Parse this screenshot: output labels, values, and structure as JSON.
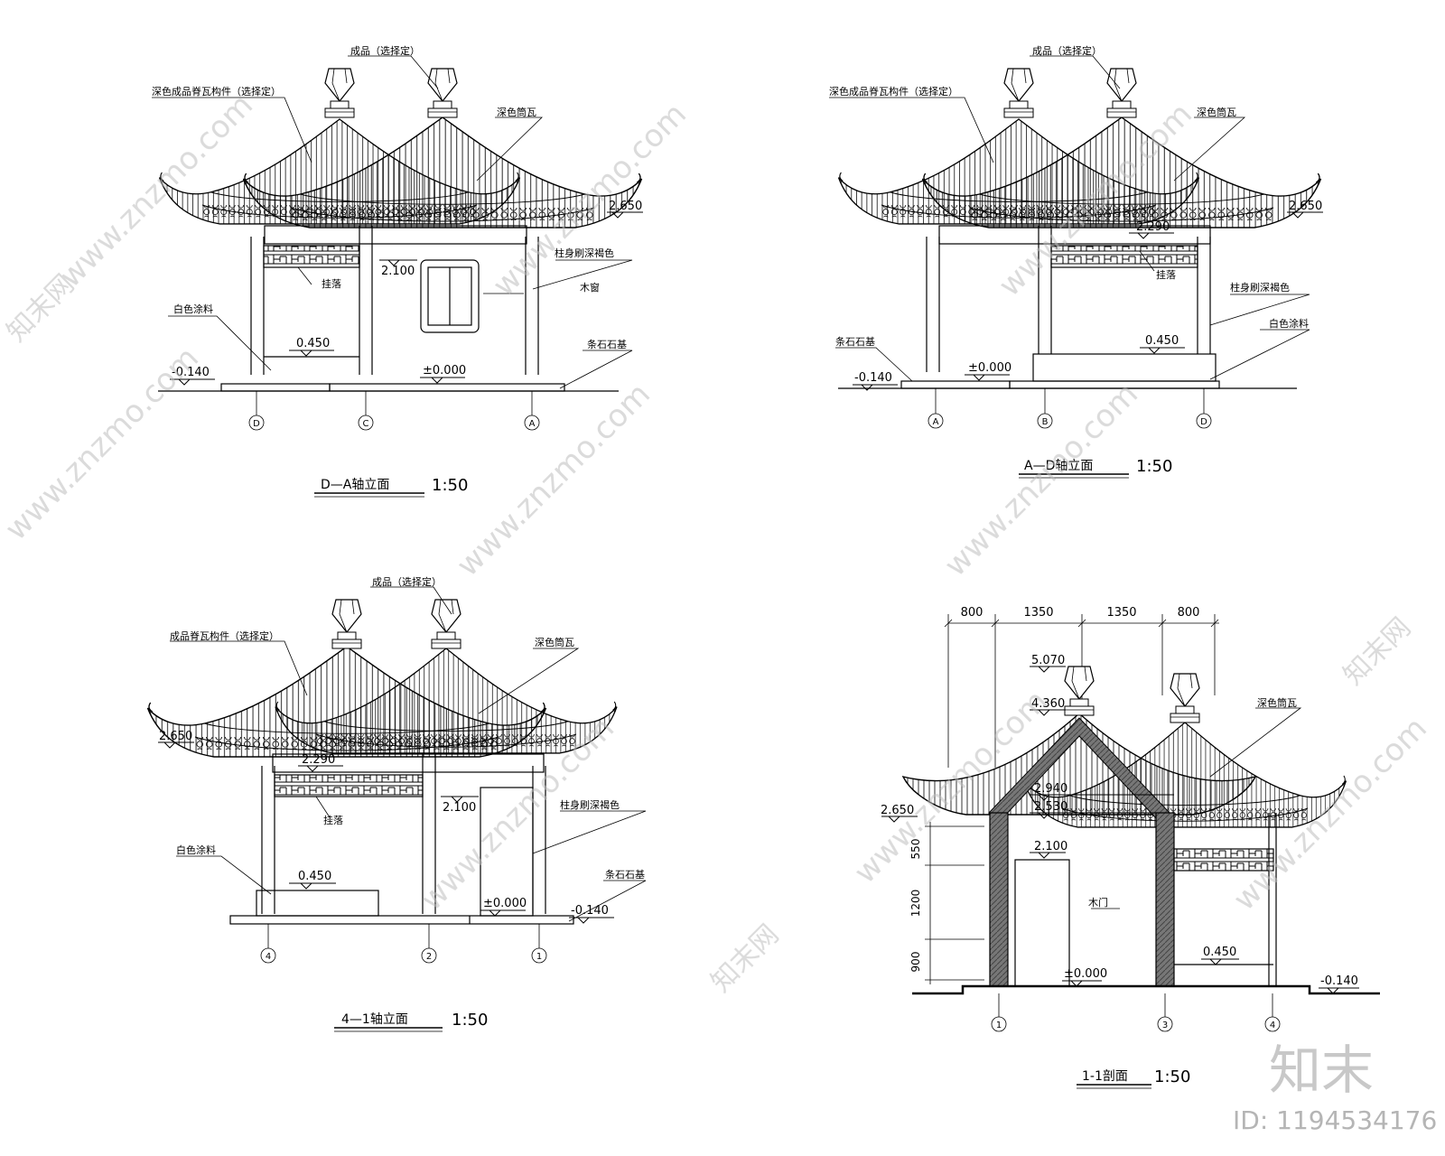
{
  "panels": {
    "p1": {
      "title": "D—A轴立面",
      "scale": "1:50",
      "labels": [
        "成品（选择定）",
        "深色成品脊瓦构件（选择定）",
        "深色筒瓦",
        "柱身刷深褐色",
        "挂落",
        "木窗",
        "白色涂料",
        "条石石基"
      ],
      "levels": [
        "2.650",
        "2.100",
        "0.450",
        "±0.000",
        "-0.140"
      ],
      "axes": [
        "D",
        "C",
        "A"
      ]
    },
    "p2": {
      "title": "A—D轴立面",
      "scale": "1:50",
      "labels": [
        "成品（选择定）",
        "深色成品脊瓦构件（选择定）",
        "深色筒瓦",
        "挂落",
        "柱身刷深褐色",
        "白色涂料",
        "条石石基"
      ],
      "levels": [
        "2.650",
        "2.290",
        "0.450",
        "±0.000",
        "-0.140"
      ],
      "axes": [
        "A",
        "B",
        "D"
      ]
    },
    "p3": {
      "title": "4—1轴立面",
      "scale": "1:50",
      "labels": [
        "成品（选择定）",
        "成品脊瓦构件（选择定）",
        "深色筒瓦",
        "挂落",
        "柱身刷深褐色",
        "白色涂料",
        "条石石基"
      ],
      "levels": [
        "2.650",
        "2.290",
        "2.100",
        "0.450",
        "±0.000",
        "-0.140"
      ],
      "axes": [
        "4",
        "2",
        "1"
      ]
    },
    "p4": {
      "title": "1-1剖面",
      "scale": "1:50",
      "labels": [
        "深色筒瓦",
        "木门"
      ],
      "levels": [
        "5.070",
        "4.360",
        "2.940",
        "2.530",
        "2.100",
        "2.650",
        "0.450",
        "±0.000",
        "-0.140"
      ],
      "dims_top": [
        "800",
        "1350",
        "1350",
        "800"
      ],
      "dims_left": [
        "550",
        "1200",
        "900"
      ],
      "axes": [
        "1",
        "3",
        "4"
      ]
    }
  },
  "watermark": {
    "text": "www.znzmo.com",
    "brand": "知末网",
    "logo": "知末",
    "id": "ID: 1194534176"
  }
}
